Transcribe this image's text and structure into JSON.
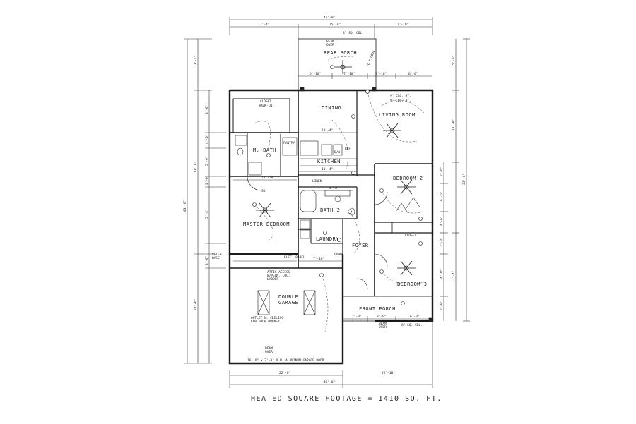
{
  "dimensions": {
    "overall_width": "45'-0\"",
    "top_left_seg": "13'-4\"",
    "top_mid_seg": "15'-8\"",
    "top_right_seg": "7'-10\"",
    "porch_w1": "5'-10\"",
    "porch_w2": "7'-10\"",
    "porch_w3": "5'-10\"",
    "porch_w4": "6'-0\"",
    "dining_w": "10'-4\"",
    "kitchen_w": "10'-4\"",
    "bath2_w": "5'-0\"",
    "laundry_w": "7'-10\"",
    "mb_w": "13'-10\"",
    "garage_w": "22'-0\"",
    "bottom_total": "45'-0\"",
    "bottom_right": "22'-10\"",
    "front_w1": "2'-0\"",
    "front_w2": "3'-0\"",
    "front_w3": "6'-0\"",
    "left_total": "43'-6\"",
    "left_upper": "13'-6\"",
    "left_lower": "21'-6\"",
    "right_total": "33'-6\"",
    "right_upper": "15'-8\"",
    "right_a": "13'-0\"",
    "right_b": "12'-4\"",
    "left_1": "8'-0\"",
    "left_2": "4'-0\"",
    "left_3": "5'-0\"",
    "left_4": "3'-0\"",
    "left_5": "13'-6\"",
    "left_6": "5'-4\"",
    "left_7": "2'-0\"",
    "right_1": "2'-6\"",
    "right_2": "6'-6\"",
    "right_3": "4'-6\"",
    "right_4": "2'-0\"",
    "right_5": "4'-0\"",
    "right_6": "2'-0\""
  },
  "rooms": {
    "rear_porch": "REAR PORCH",
    "dining": "DINING",
    "living_room": "LIVING ROOM",
    "kitchen": "KITCHEN",
    "m_bath": "M. BATH",
    "closet_walkin": "CLOSET",
    "closet_walkin_sub": "WALK-IN",
    "pantry": "PANTRY",
    "bedroom2": "BEDROOM 2",
    "bath2": "BATH 2",
    "master_bedroom": "MASTER BEDROOM",
    "laundry": "LAUNDRY",
    "foyer": "FOYER",
    "bedroom3": "BEDROOM 3",
    "closet": "CLOSET",
    "double_garage_1": "DOUBLE",
    "double_garage_2": "GARAGE",
    "front_porch": "FRONT PORCH"
  },
  "notes": {
    "col_top": "8\" SQ. COL.",
    "beam_over_top": "BEAM",
    "beam_over_top2": "OVER",
    "flood": "TO FLOODS",
    "elec_panel": "ELEC. PANEL",
    "meter_base": "METER",
    "meter_base2": "BASE",
    "attic_1": "ATTIC ACCESS",
    "attic_2": "W/PERM. LOC.",
    "attic_3": "LADDER",
    "outlet_1": "OUTLET N. CEILING",
    "outlet_2": "FOR DOOR OPENER",
    "beam_over_bottom": "BEAM",
    "beam_over_bottom2": "OVER",
    "garage_door": "16'-0\" x 7'-0\" O.H. ALUMINUM GARAGE DOOR",
    "col_bottom": "8\" SQ. COL.",
    "beam_over_front": "BEAM",
    "beam_over_front2": "OVER",
    "ceiling_hgt": "9' CLG. HT.",
    "ceiling_hgt2": "9' CLG. HT.",
    "linen": "LINEN",
    "dw": "D/W",
    "ref": "REF",
    "sd": "SD",
    "dn": "DOWN"
  },
  "footer": {
    "heated_sqft": "HEATED SQUARE FOOTAGE = 1410 SQ. FT."
  },
  "colors": {
    "line": "#2a2a2a",
    "background": "#ffffff",
    "wall": "#1a1a1a",
    "hatch": "#bbbbbb"
  }
}
